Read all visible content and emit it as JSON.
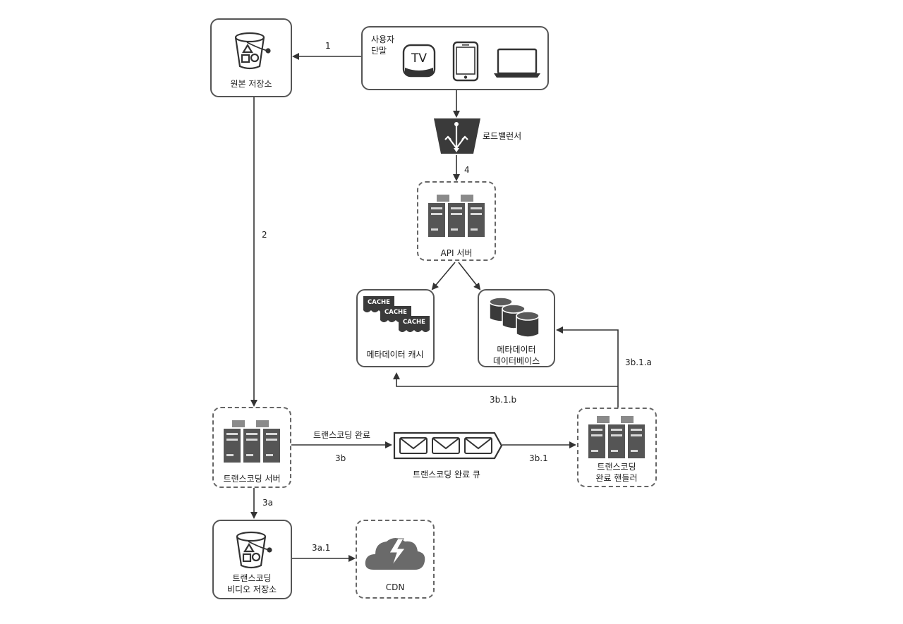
{
  "nodes": {
    "original_storage": "원본 저장소",
    "user_devices": "사용자\n단말",
    "tv_icon_text": "TV",
    "load_balancer": "로드밸런서",
    "api_server": "API 서버",
    "metadata_cache": "메타데이터 캐시",
    "cache_text": "CACHE",
    "metadata_db": "메타데이터\n데이터베이스",
    "transcoding_server": "트랜스코딩 서버",
    "completion_queue": "트랜스코딩 완료 큐",
    "completion_handler": "트랜스코딩\n완료 핸들러",
    "transcoded_storage": "트랜스코딩\n비디오 저장소",
    "cdn": "CDN"
  },
  "edges": {
    "e1": "1",
    "e2": "2",
    "e4": "4",
    "e3a": "3a",
    "e3a1": "3a.1",
    "e3b_top": "트랜스코딩 완료",
    "e3b": "3b",
    "e3b1": "3b.1",
    "e3b1a": "3b.1.a",
    "e3b1b": "3b.1.b"
  }
}
